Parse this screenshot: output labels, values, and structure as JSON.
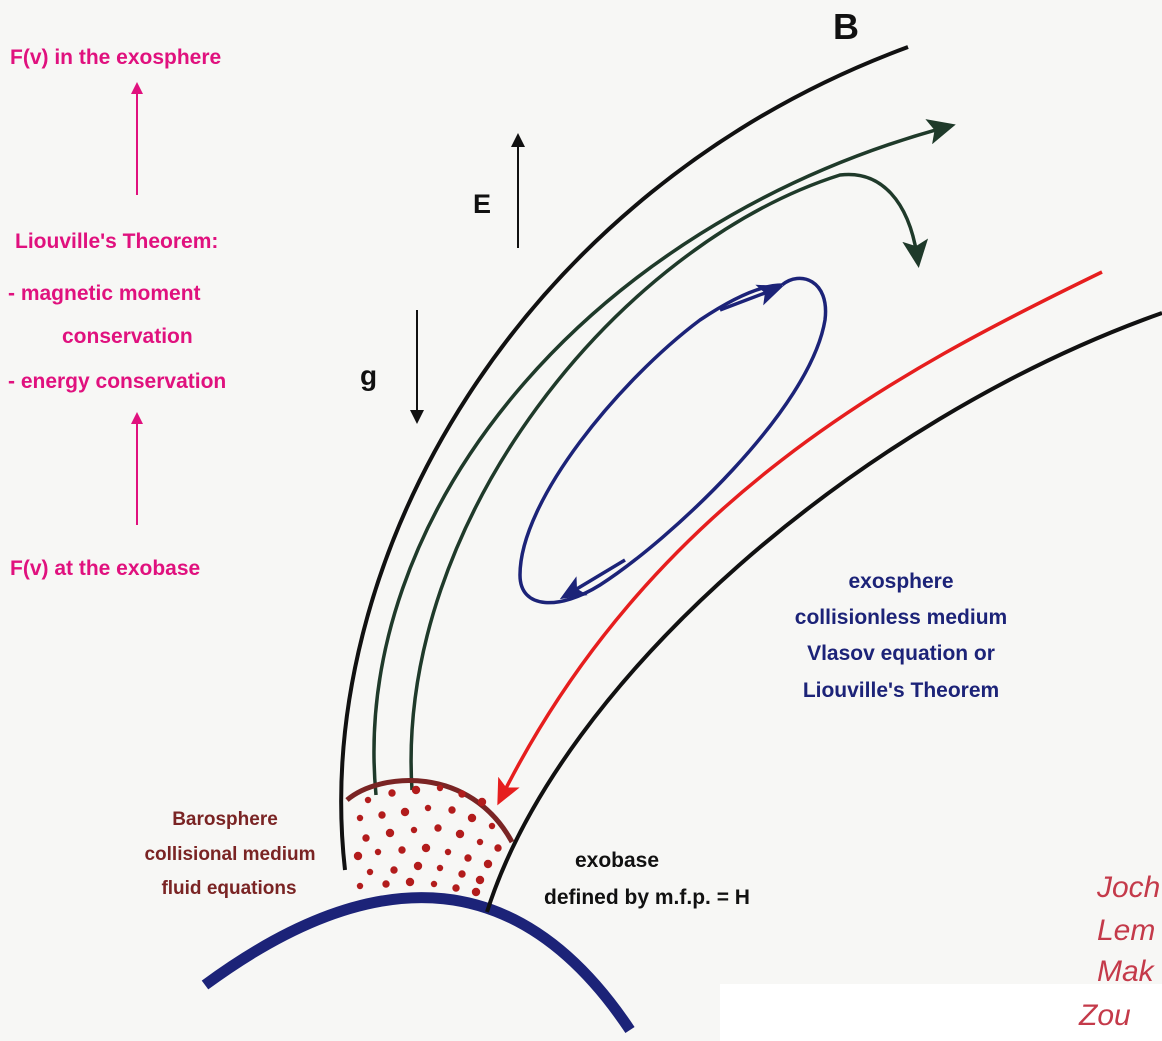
{
  "left_panel": {
    "title_top": "F(v) in the exosphere",
    "theorem_heading": "Liouville's Theorem:",
    "item_magnetic_line1": "- magnetic moment",
    "item_magnetic_line2": "conservation",
    "item_energy": "- energy conservation",
    "title_bottom": "F(v) at the exobase"
  },
  "field_labels": {
    "magnetic_field": "B",
    "electric_field": "E",
    "gravity": "g"
  },
  "exosphere_description": {
    "line1": "exosphere",
    "line2": "collisionless medium",
    "line3": "Vlasov equation or",
    "line4": "Liouville's Theorem"
  },
  "barosphere_description": {
    "line1": "Barosphere",
    "line2": "collisional medium",
    "line3": "fluid equations"
  },
  "exobase_description": {
    "line1": "exobase",
    "line2": "defined by m.f.p. = H"
  },
  "authors": {
    "line1": "Joch",
    "line2": "Lem",
    "line3": "Mak",
    "line4": "Zou"
  },
  "colors": {
    "magenta": "#e0117e",
    "navy": "#1c2378",
    "dark_green": "#1f3a2a",
    "red": "#e61e1e",
    "maroon": "#7a2424",
    "field_line": "#111111"
  }
}
